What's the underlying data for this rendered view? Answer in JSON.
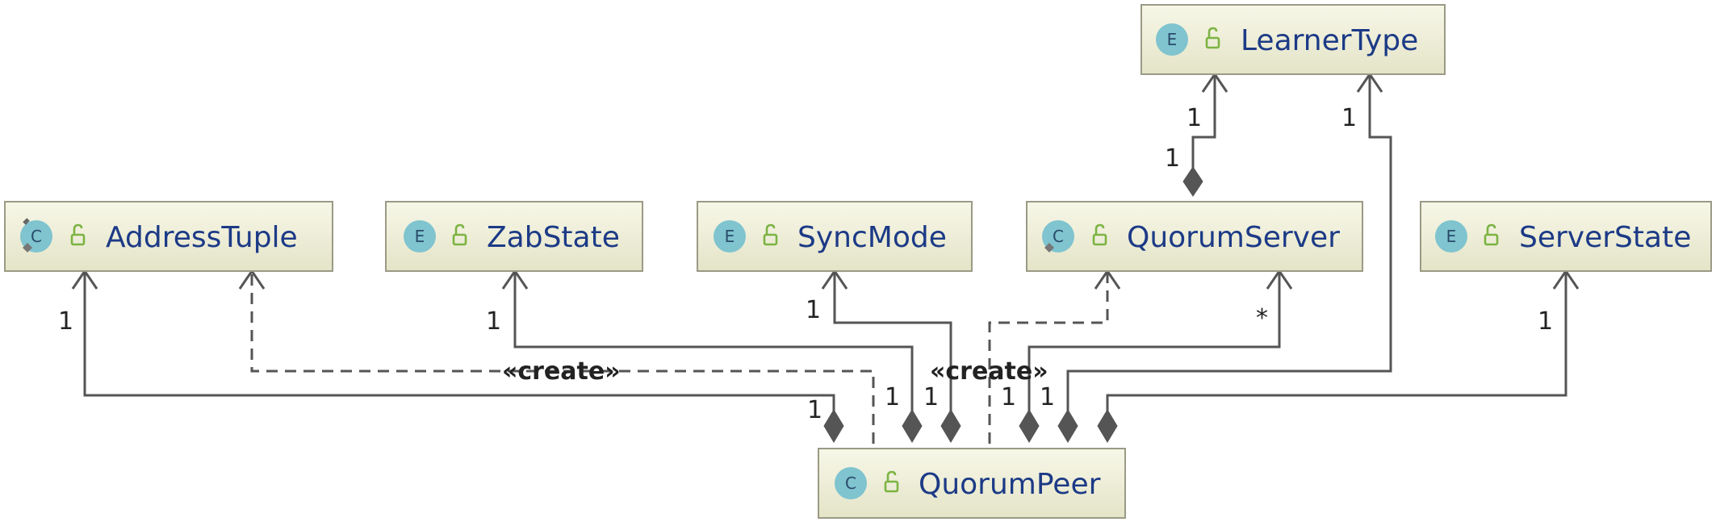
{
  "colors": {
    "node_fill_top": "#f7f7e8",
    "node_fill_bottom": "#e4e4c8",
    "node_border": "#9a9a86",
    "badge_fill": "#7fc4cf",
    "lock_color": "#7cb342",
    "name_color": "#1c3a86",
    "edge_color": "#555555"
  },
  "nodes": {
    "learner_type": {
      "name": "LearnerType",
      "kind": "E",
      "icon": "enum-icon"
    },
    "address_tuple": {
      "name": "AddressTuple",
      "kind": "C",
      "icon": "class-icon"
    },
    "zab_state": {
      "name": "ZabState",
      "kind": "E",
      "icon": "enum-icon"
    },
    "sync_mode": {
      "name": "SyncMode",
      "kind": "E",
      "icon": "enum-icon"
    },
    "quorum_server": {
      "name": "QuorumServer",
      "kind": "C",
      "icon": "class-icon"
    },
    "server_state": {
      "name": "ServerState",
      "kind": "E",
      "icon": "enum-icon"
    },
    "quorum_peer": {
      "name": "QuorumPeer",
      "kind": "C",
      "icon": "class-icon"
    }
  },
  "labels": {
    "m_qs_lt_target": "1",
    "m_qs_lt_source": "1",
    "m_qp_lt_target": "1",
    "m_qp_at_target": "1",
    "m_qp_at_source": "1",
    "m_qp_zab_target": "1",
    "m_qp_zab_source": "1",
    "m_qp_sync_target": "1",
    "m_qp_sync_source": "1",
    "m_qp_qs_source": "1",
    "m_qp_qs_target": "*",
    "m_qp_lt_source": "1",
    "m_qp_ss_target": "1",
    "create_address_tuple": "«create»",
    "create_quorum_server": "«create»"
  }
}
